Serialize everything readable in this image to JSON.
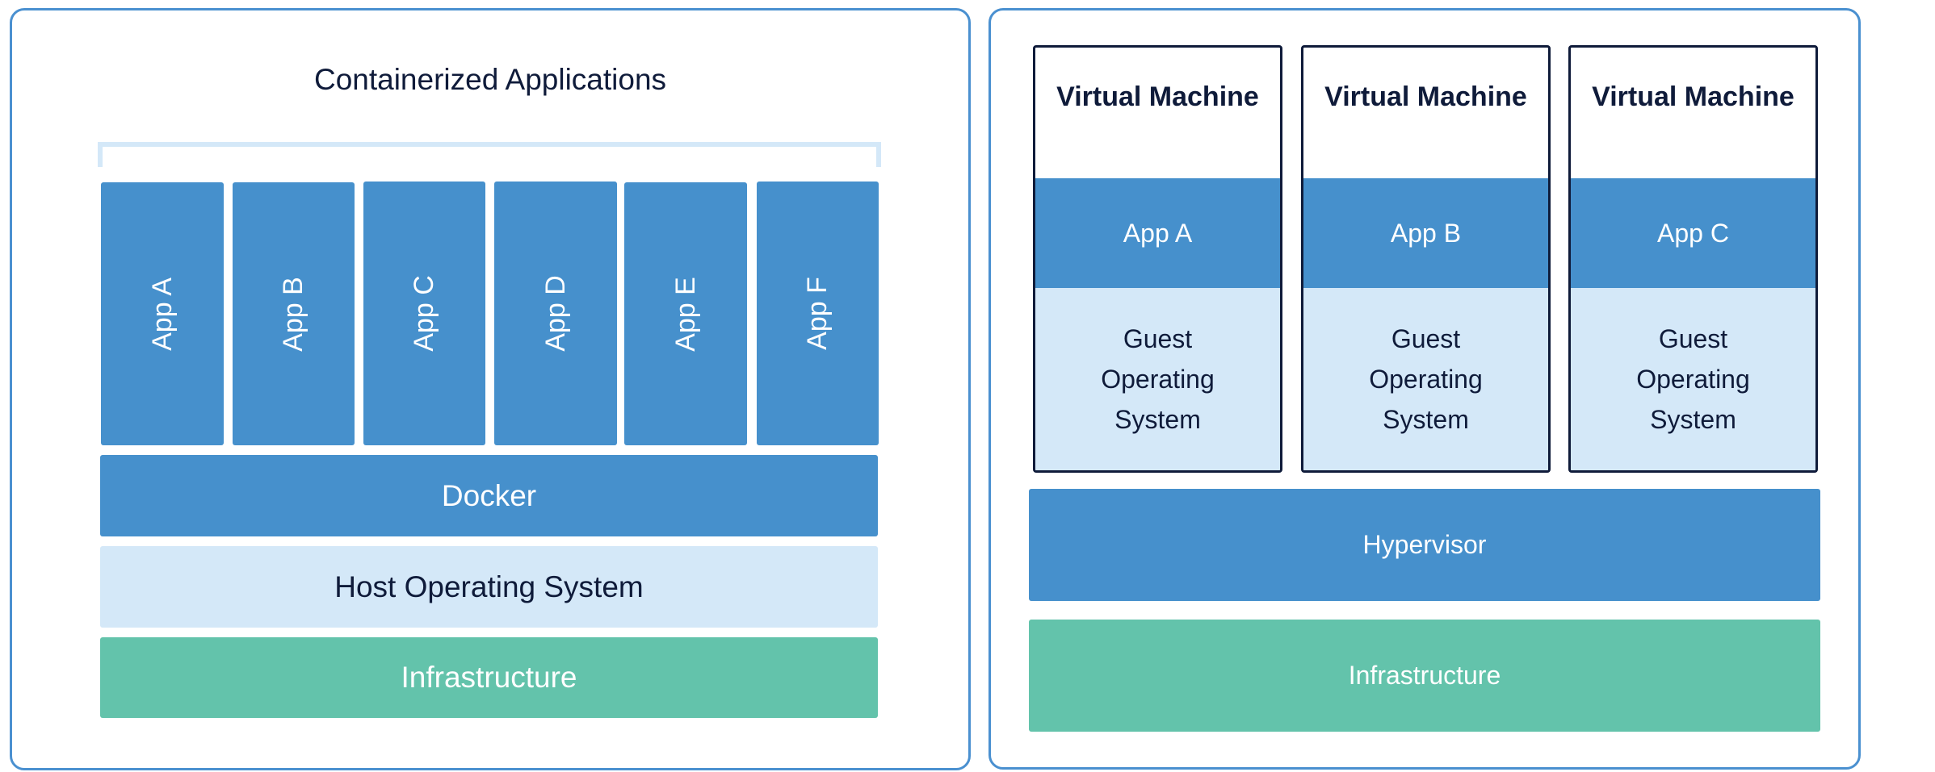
{
  "colors": {
    "panel_border": "#4a90d0",
    "blue": "#4690cc",
    "light_blue": "#d4e8f8",
    "green": "#63c3ab",
    "text_dark": "#0f1b3a"
  },
  "containers": {
    "title": "Containerized Applications",
    "apps": [
      "App A",
      "App B",
      "App C",
      "App D",
      "App E",
      "App F"
    ],
    "docker": "Docker",
    "host_os": "Host Operating System",
    "infrastructure": "Infrastructure"
  },
  "vms": {
    "machines": [
      {
        "title": "Virtual Machine",
        "app": "App A",
        "os": "Guest\nOperating\nSystem"
      },
      {
        "title": "Virtual Machine",
        "app": "App B",
        "os": "Guest\nOperating\nSystem"
      },
      {
        "title": "Virtual Machine",
        "app": "App C",
        "os": "Guest\nOperating\nSystem"
      }
    ],
    "hypervisor": "Hypervisor",
    "infrastructure": "Infrastructure"
  }
}
